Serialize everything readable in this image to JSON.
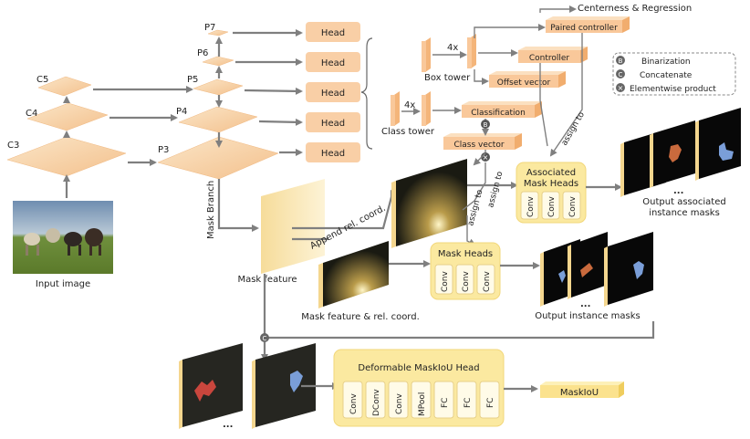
{
  "fpn": {
    "levels": [
      "C3",
      "C4",
      "C5"
    ],
    "pyramid": [
      "P3",
      "P4",
      "P5",
      "P6",
      "P7"
    ],
    "head_label": "Head"
  },
  "input_image": {
    "caption": "Input image"
  },
  "towers": {
    "repeat": "4x",
    "box_tower": "Box tower",
    "class_tower": "Class tower"
  },
  "outputs": {
    "centerness_regression": "Centerness & Regression",
    "paired_controller": "Paired controller",
    "controller": "Controller",
    "offset_vector": "Offset vector",
    "classification": "Classification",
    "class_vector": "Class vector"
  },
  "legend": {
    "binarization": "Binarization",
    "concatenate": "Concatenate",
    "elementwise_product": "Elementwise product",
    "b_symbol": "B",
    "c_symbol": "C",
    "x_symbol": "×"
  },
  "mask_branch": {
    "branch_label": "Mask Branch",
    "mask_feature": "Mask feature",
    "append_coord": "Append rel. coord.",
    "feature_coord": "Mask feature & rel. coord.",
    "assign_to": "assign to",
    "associated_heads_title": "Associated\nMask Heads",
    "associated_heads_line1": "Associated",
    "associated_heads_line2": "Mask Heads",
    "mask_heads_title": "Mask Heads",
    "conv": "Conv",
    "output_assoc_line1": "Output associated",
    "output_assoc_line2": "instance masks",
    "output_masks": "Output instance masks",
    "dots": "..."
  },
  "maskiou": {
    "title": "Deformable MaskIoU Head",
    "layers": [
      "Conv",
      "DConv",
      "Conv",
      "MPool",
      "FC",
      "FC",
      "FC"
    ],
    "output": "MaskIoU",
    "dots": "..."
  },
  "colors": {
    "plane": "#f7d9b0",
    "head": "#f9cfa6",
    "bar": "#f9c89a",
    "panel": "#fbe9a0",
    "arrow": "#7f7f7f"
  }
}
